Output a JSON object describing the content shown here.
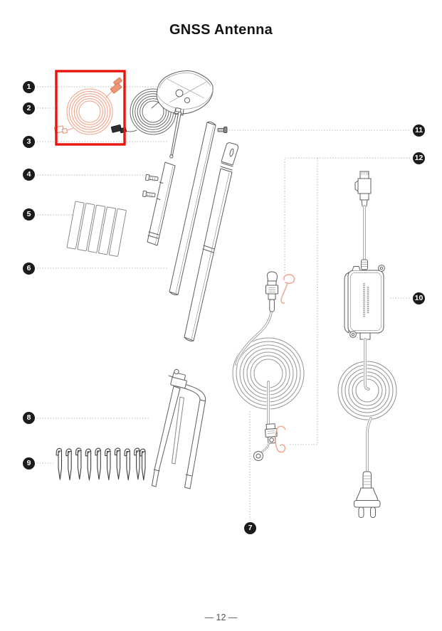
{
  "page": {
    "title": "GNSS Antenna",
    "page_number": "— 12 —"
  },
  "callouts": [
    {
      "label": "1"
    },
    {
      "label": "2"
    },
    {
      "label": "3"
    },
    {
      "label": "4"
    },
    {
      "label": "5"
    },
    {
      "label": "6"
    },
    {
      "label": "7"
    },
    {
      "label": "8"
    },
    {
      "label": "9"
    },
    {
      "label": "10"
    },
    {
      "label": "11"
    },
    {
      "label": "12"
    }
  ],
  "colors": {
    "highlight_box": "#e8150c",
    "orange_cable": "#f2a58c",
    "orange_connector_fill": "#ec9678",
    "callout_bg": "#1b1b1b",
    "line_art": "#5f5f5f",
    "leader_dots": "#b3b3b3"
  }
}
